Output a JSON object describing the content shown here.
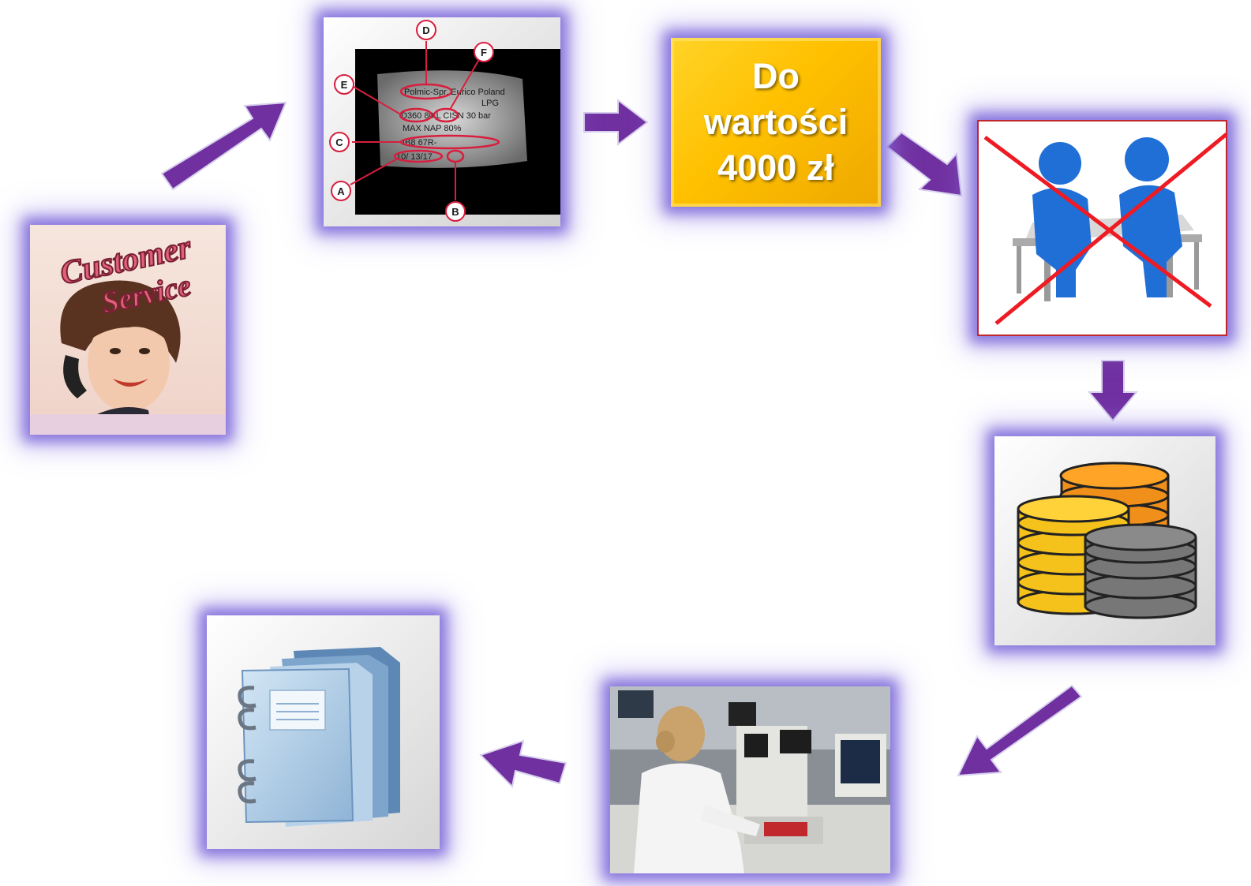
{
  "value_box": {
    "text": "Do\nwartości\n4000 zł",
    "color": "#ffc000"
  },
  "customer_service": {
    "line1": "Customer",
    "line2": "Service"
  },
  "label_photo": {
    "markers": [
      "A",
      "B",
      "C",
      "D",
      "E",
      "F"
    ],
    "lines": [
      "Polmic-Spr. Eurico Poland",
      "LPG",
      "D360  80 L  CISN 30 bar",
      "MAX NAP 80%",
      "IB8 67R-",
      "10/ 13/17"
    ]
  },
  "accent_color": "#7030a0",
  "glow_color": "#8b7bd8",
  "icons": [
    "customer-service-icon",
    "tank-label-photo",
    "meeting-crossed-icon",
    "coins-icon",
    "laboratory-photo",
    "binder-icon"
  ]
}
